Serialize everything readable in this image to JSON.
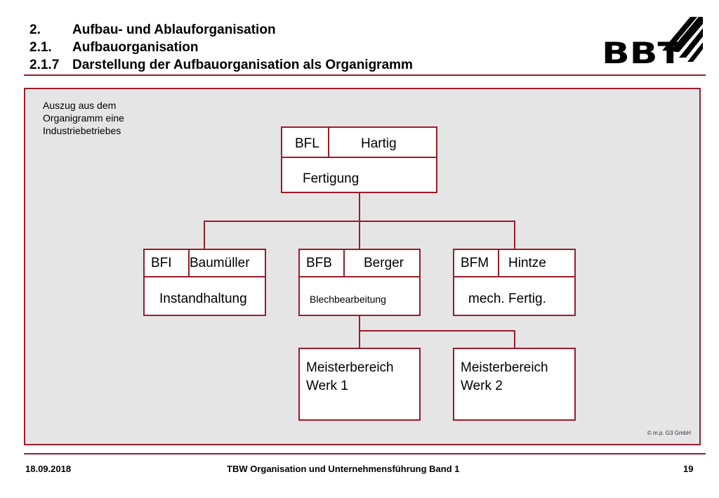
{
  "header": {
    "line1": {
      "num": "2.",
      "text": "Aufbau- und Ablauforganisation"
    },
    "line2": {
      "num": "2.1.",
      "text": "Aufbauorganisation"
    },
    "line3": {
      "num": "2.1.7",
      "text": "Darstellung der Aufbauorganisation als Organigramm"
    },
    "logo_text": "BBT"
  },
  "note": "Auszug aus dem\nOrganigramm eine\nIndustriebetriebes",
  "org": {
    "root": {
      "code": "BFL",
      "name": "Hartig",
      "dept": "Fertigung"
    },
    "bfi": {
      "code": "BFI",
      "name": "Baumüller",
      "dept": "Instandhaltung"
    },
    "bfb": {
      "code": "BFB",
      "name": "Berger",
      "dept": "Blechbearbeitung"
    },
    "bfm": {
      "code": "BFM",
      "name": "Hintze",
      "dept": "mech. Fertig."
    },
    "werk1": {
      "line1": "Meisterbereich",
      "line2": "Werk 1"
    },
    "werk2": {
      "line1": "Meisterbereich",
      "line2": "Werk 2"
    }
  },
  "copyright": "© m.p. G3 GmbH",
  "footer": {
    "date": "18.09.2018",
    "title": "TBW Organisation und Unternehmensführung Band 1",
    "page": "19"
  },
  "colors": {
    "accent": "#9b1c2c",
    "panel": "#e5e5e5"
  }
}
